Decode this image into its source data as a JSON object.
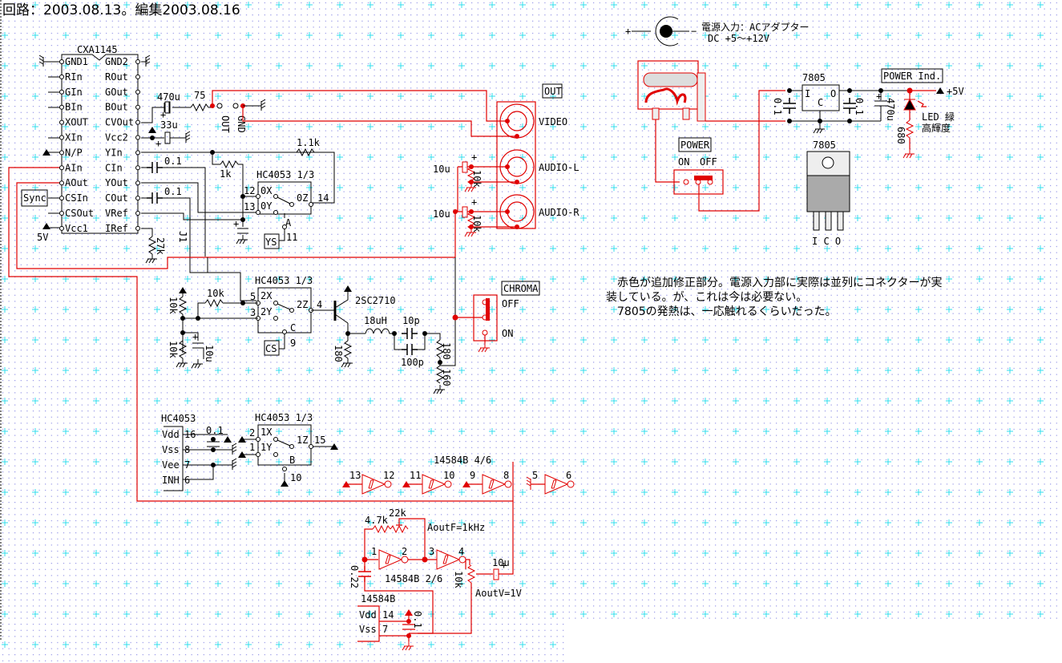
{
  "title": "回路：2003.08.13。編集2003.08.16",
  "colors": {
    "added_parts": "#e00000",
    "wire": "#000000",
    "grid_dot": "#6666dd",
    "grid_cross": "#33ddee"
  },
  "cxa1145": {
    "name": "CXA1145",
    "left_pins": [
      "GND1",
      "RIn",
      "GIn",
      "BIn",
      "XOUT",
      "XIn",
      "N/P",
      "AIn",
      "AOut",
      "CSIn",
      "CSOut",
      "Vcc1"
    ],
    "right_pins": [
      "GND2",
      "ROut",
      "GOut",
      "BOut",
      "CVOut",
      "Vcc2",
      "YIn",
      "CIn",
      "YOut",
      "COut",
      "VRef",
      "IRef"
    ],
    "sync_label": "Sync",
    "vcc_label": "5V"
  },
  "video_out": {
    "cap": "470u",
    "res": "75",
    "cap2": "33u",
    "out_label": "OUT",
    "gnd_label": "GND"
  },
  "yc_section": {
    "c1": "0.1",
    "c2": "0.1",
    "r1": "1k",
    "r2": "1.1k",
    "r_iref": "27k",
    "j1": "J1",
    "mux_title": "HC4053 1/3",
    "pins": {
      "p12": "12",
      "p13": "13",
      "p14": "14",
      "p11": "11",
      "x": "0X",
      "y": "0Y",
      "z": "0Z",
      "sel": "A"
    },
    "ys_label": "YS"
  },
  "connector": {
    "out_box": "OUT",
    "video": "VIDEO",
    "audio_l": "AUDIO-L",
    "audio_r": "AUDIO-R",
    "cap_l": "10u",
    "cap_r": "10u",
    "pot_l": "10k",
    "pot_r": "10k"
  },
  "chroma_section": {
    "mux_title": "HC4053 1/3",
    "pins": {
      "p5": "5",
      "p3": "3",
      "p4": "4",
      "p9": "9",
      "x": "2X",
      "y": "2Y",
      "z": "2Z",
      "sel": "C"
    },
    "cs_label": "CS",
    "r_bias": "10k",
    "r_top": "10k",
    "r_bot": "10k",
    "cap": "10u",
    "transistor": "2SC2710",
    "r_emitter": "180",
    "inductor": "18uH",
    "c_series": "10p",
    "c_parallel": "100p",
    "r_div1": "180",
    "r_div2": "160",
    "switch_title": "CHROMA",
    "switch_off": "OFF",
    "switch_on": "ON"
  },
  "hc4053_power": {
    "name": "HC4053",
    "pins": [
      {
        "name": "Vdd",
        "num": "16"
      },
      {
        "name": "Vss",
        "num": "8"
      },
      {
        "name": "Vee",
        "num": "7"
      },
      {
        "name": "INH",
        "num": "6"
      }
    ],
    "cap": "0.1"
  },
  "mux3": {
    "title": "HC4053 1/3",
    "pins": {
      "p2": "2",
      "p1": "1",
      "p15": "15",
      "p10": "10",
      "x": "1X",
      "y": "1Y",
      "z": "1Z",
      "sel": "B"
    }
  },
  "inverters_unused": {
    "title": "14584B 4/6",
    "pairs": [
      [
        "13",
        "12"
      ],
      [
        "11",
        "10"
      ],
      [
        "9",
        "8"
      ],
      [
        "5",
        "6"
      ]
    ]
  },
  "oscillator": {
    "r1": "4.7k",
    "r2": "22k",
    "freq_label": "AoutF=1kHz",
    "pins": [
      "1",
      "2",
      "3",
      "4"
    ],
    "chip_label": "14584B 2/6",
    "cap_timing": "0.22",
    "pot": "10k",
    "cap_out": "10u",
    "amp_label": "AoutV=1V",
    "power_chip": "14584B",
    "power_pins": [
      {
        "name": "Vdd",
        "num": "14"
      },
      {
        "name": "Vss",
        "num": "7"
      }
    ],
    "bypass": "0.1"
  },
  "power_supply": {
    "jack_label_1": "電源入力：ACアダプター",
    "jack_label_2": "DC +5〜+12V",
    "plus": "+",
    "minus": "−",
    "reg_name": "7805",
    "reg_pins": [
      "I",
      "C",
      "O"
    ],
    "c_in": "0.1",
    "c_out": "0.1",
    "c_bulk": "470u",
    "power_ind_label": "POWER Ind.",
    "v_out": "+5V",
    "led_label_1": "LED 緑",
    "led_label_2": "高輝度",
    "r_led": "680",
    "switch_title": "POWER",
    "switch_on": "ON",
    "switch_off": "OFF",
    "pkg_name": "7805",
    "pkg_pins": "I C O"
  },
  "notes": [
    "　赤色が追加修正部分。電源入力部に実際は並列にコネクターが実",
    "装している。が、これは今は必要ない。",
    "　7805の発熱は、一応触れるくらいだった。"
  ]
}
